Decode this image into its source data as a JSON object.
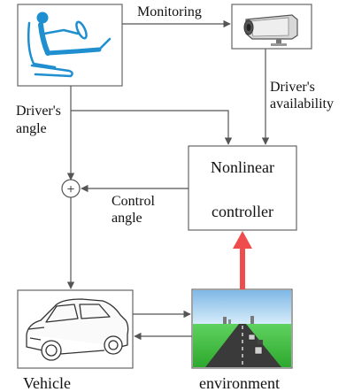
{
  "labels": {
    "monitoring": "Monitoring",
    "drivers_availability_line1": "Driver's",
    "drivers_availability_line2": "availability",
    "drivers_angle_line1": "Driver's",
    "drivers_angle_line2": "angle",
    "control_angle_line1": "Control",
    "control_angle_line2": "angle",
    "controller_line1": "Nonlinear",
    "controller_line2": "controller",
    "vehicle": "Vehicle",
    "environment": "environment",
    "sum_symbol": "+"
  },
  "colors": {
    "line": "#555555",
    "box_border": "#666666",
    "feedback_arrow": "#ef4d4d",
    "driver_icon": "#1f8fd0",
    "sky": "#a9d3f0",
    "grass": "#3fbe3f"
  },
  "icons": {
    "driver": "driver-seated-icon",
    "camera": "camera-icon",
    "car": "car-icon",
    "environment": "road-scene-icon"
  }
}
